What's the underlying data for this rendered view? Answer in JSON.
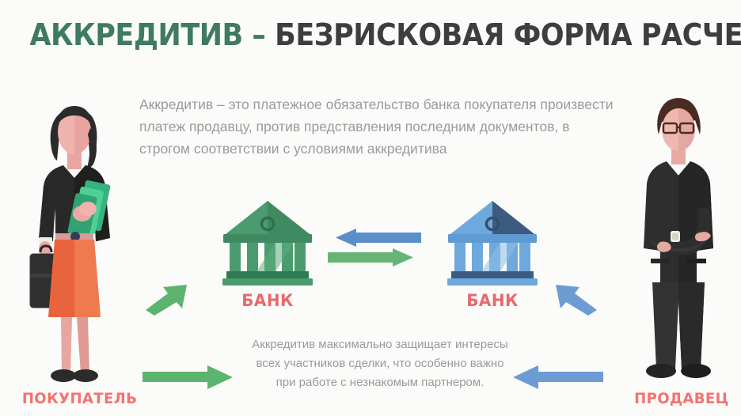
{
  "title": {
    "highlight": "АККРЕДИТИВ –",
    "rest": "БЕЗРИСКОВАЯ ФОРМА РАСЧЕТОВ!",
    "highlight_color": "#3f7a62",
    "rest_color": "#3e3e3e"
  },
  "intro": {
    "text": "Аккредитив – это платежное обязательство банка покупателя произвести платеж продавцу, против представления последним документов, в строгом соответствии с условиями аккредитива",
    "color": "#9a9a9a"
  },
  "bottom_note": {
    "text": "Аккредитив максимально защищает интересы всех участников сделки, что особенно важно при работе с незнакомым партнером.",
    "color": "#9a9a9a"
  },
  "banks": [
    {
      "id": "bank-left",
      "label": "БАНК",
      "icon": "bank-building-icon",
      "color": "#4a9b6e",
      "color_dark": "#2f7a52",
      "label_color": "#e8696b"
    },
    {
      "id": "bank-right",
      "label": "БАНК",
      "icon": "bank-building-icon",
      "color": "#6fa8dc",
      "color_dark": "#3d5a80",
      "label_color": "#e8696b"
    }
  ],
  "people": [
    {
      "id": "buyer",
      "label": "ПОКУПАТЕЛЬ",
      "icon": "businesswoman-icon",
      "label_color": "#f4726f",
      "accessories": [
        "briefcase",
        "folders"
      ]
    },
    {
      "id": "seller",
      "label": "ПРОДАВЕЦ",
      "icon": "businessman-icon",
      "label_color": "#f4726f",
      "accessories": [
        "glasses",
        "necktie",
        "wristwatch"
      ]
    }
  ],
  "arrows": [
    {
      "id": "arrow-bank-to-bank-left",
      "icon": "arrow-left-icon",
      "color": "#5b8fc9",
      "direction": "left"
    },
    {
      "id": "arrow-bank-to-bank-right",
      "icon": "arrow-right-icon",
      "color": "#66b577",
      "direction": "right"
    },
    {
      "id": "arrow-buyer-to-bank",
      "icon": "arrow-up-right-icon",
      "color": "#5cb46f",
      "direction": "up-right"
    },
    {
      "id": "arrow-bank-to-buyer",
      "icon": "arrow-right-icon",
      "color": "#5cb46f",
      "direction": "right"
    },
    {
      "id": "arrow-bank-to-seller",
      "icon": "arrow-up-left-icon",
      "color": "#6c9cd2",
      "direction": "up-left"
    },
    {
      "id": "arrow-seller-to-bank",
      "icon": "arrow-left-icon",
      "color": "#6c9cd2",
      "direction": "left"
    }
  ],
  "palette": {
    "background": "#fbfcfa",
    "green": "#4a9b6e",
    "blue": "#6fa8dc",
    "coral": "#f4726f",
    "gray_text": "#9a9a9a"
  }
}
